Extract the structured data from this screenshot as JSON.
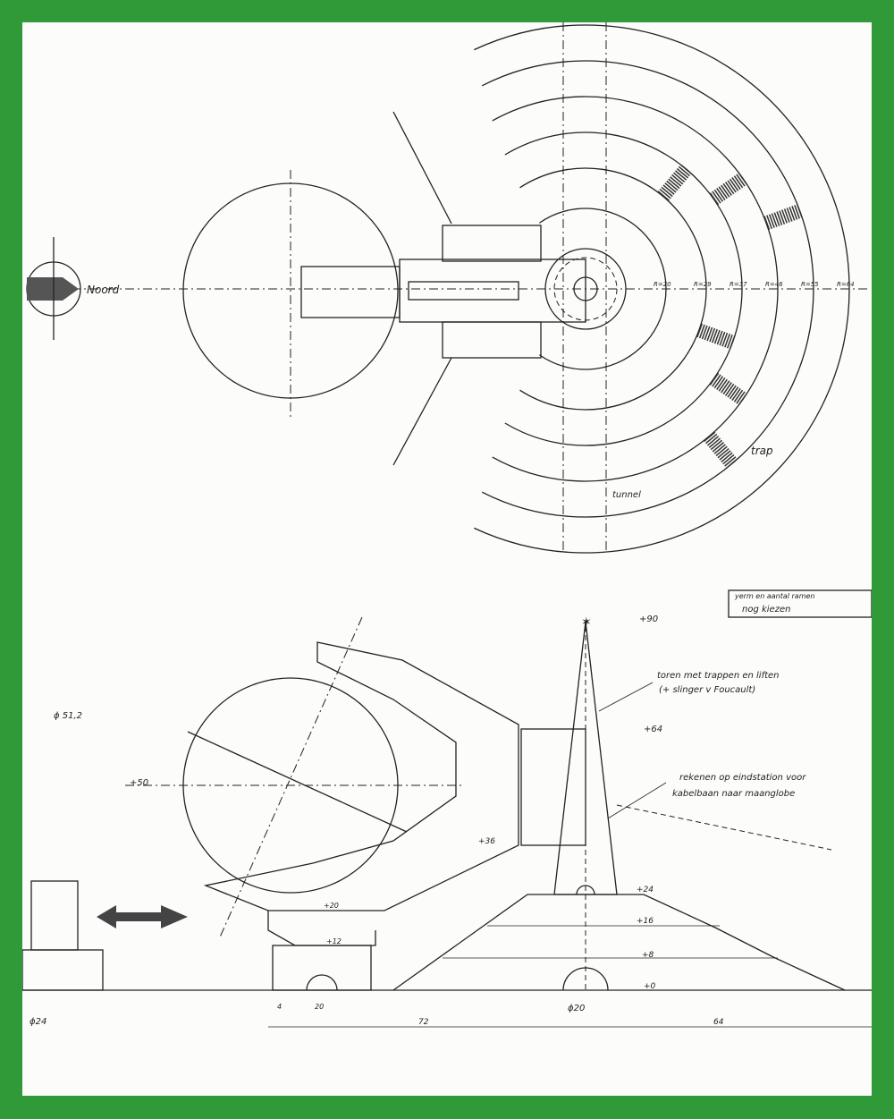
{
  "frame_color": "#2f9a37",
  "plan": {
    "north_label": "Noord",
    "radii_labels": [
      "R=20",
      "R=29",
      "R=37",
      "R=46",
      "R=55",
      "R=64"
    ],
    "trap_label": "trap",
    "tunnel_label": "tunnel"
  },
  "elevation": {
    "note_box": [
      "yerm en aantal ramen",
      "nog kiezen"
    ],
    "tower_note": [
      "toren met trappen en liften",
      "(+ slinger v Foucault)"
    ],
    "cable_note": [
      "rekenen op eindstation voor",
      "kabelbaan naar maanglobe"
    ],
    "levels": [
      "+90",
      "+64",
      "+50",
      "+36",
      "+24",
      "+16",
      "+8",
      "+0",
      "+20",
      "+12"
    ],
    "globe_diameter": "ϕ 51,2",
    "dimensions": [
      "4",
      "20",
      "72",
      "64",
      "ϕ20",
      "ϕ24"
    ]
  }
}
